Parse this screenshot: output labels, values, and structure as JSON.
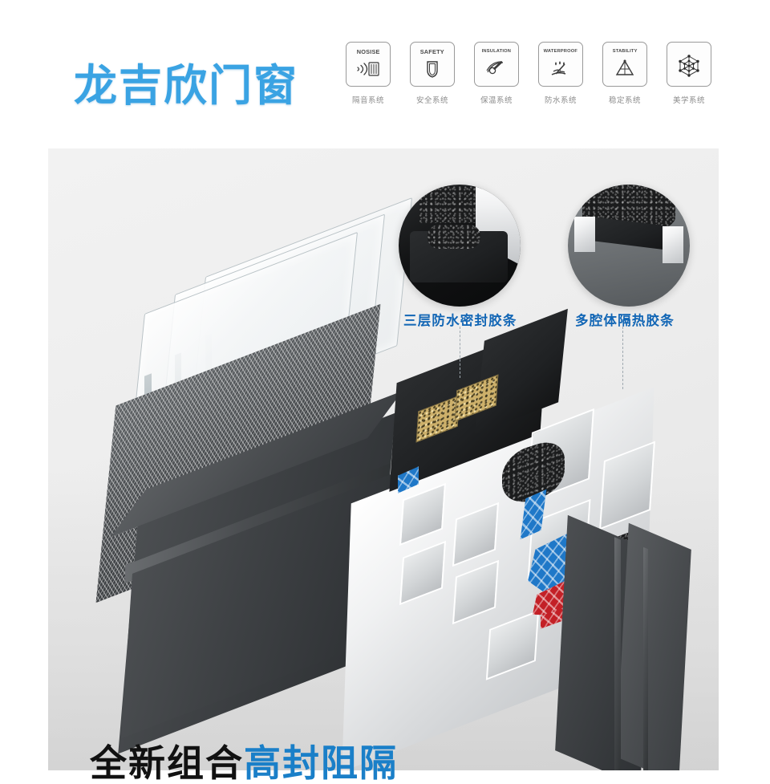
{
  "header": {
    "brand_title": "龙吉欣门窗",
    "brand_color": "#3aa3e3",
    "badges": [
      {
        "en": "NOSISE",
        "cn": "隔音系统",
        "icon": "sound-wave-icon"
      },
      {
        "en": "SAFETY",
        "cn": "安全系统",
        "icon": "shield-icon"
      },
      {
        "en": "INSULATION",
        "cn": "保温系统",
        "icon": "thermometer-icon"
      },
      {
        "en": "WATERPROOF",
        "cn": "防水系统",
        "icon": "water-droplets-icon"
      },
      {
        "en": "STABILITY",
        "cn": "稳定系统",
        "icon": "triangle-icon"
      },
      {
        "en": "",
        "cn": "美学系统",
        "icon": "hexagon-molecule-icon"
      }
    ]
  },
  "photo": {
    "callouts": [
      {
        "label": "三层防水密封胶条",
        "color": "#1266b5"
      },
      {
        "label": "多腔体隔热胶条",
        "color": "#1266b5"
      }
    ],
    "accents": {
      "thermal_break_blue": "#1f78c8",
      "thermal_break_red": "#c32026",
      "brass": "#cdb06a",
      "frame_dark": "#3f4245"
    }
  },
  "bottom_headline": {
    "dark_text": "全新组合",
    "blue_text": "高封阻隔",
    "dark_color": "#111111",
    "blue_color": "#1a7fc8"
  }
}
